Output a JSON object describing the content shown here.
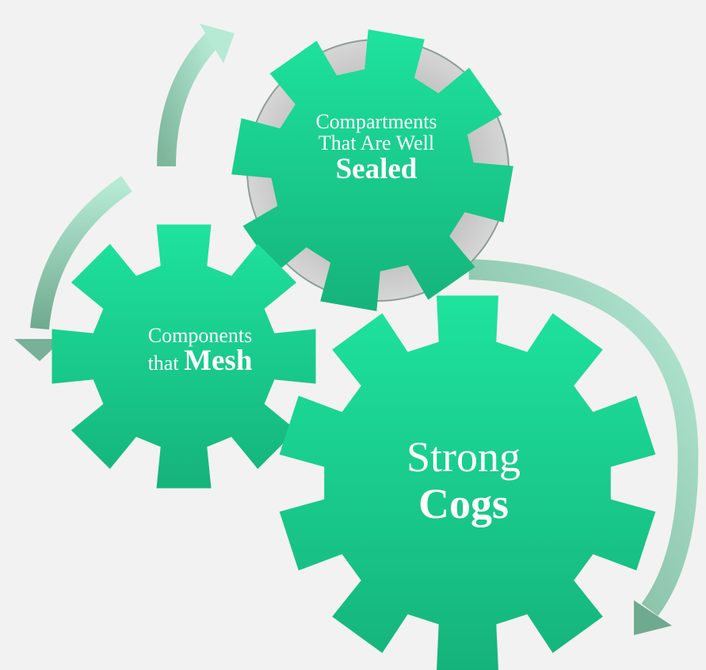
{
  "diagram": {
    "gears": [
      {
        "id": "sealed",
        "line1": "Compartments",
        "line2": "That Are Well",
        "bold": "Sealed"
      },
      {
        "id": "mesh",
        "line1": "Components",
        "line2_prefix": "that ",
        "bold": "Mesh"
      },
      {
        "id": "cogs",
        "line1": "Strong",
        "bold": "Cogs"
      }
    ],
    "colors": {
      "background": "#f2f2f2",
      "gear_top": "#1ee39e",
      "gear_bottom": "#15b37c",
      "arrow_light": "#a8e4cc",
      "arrow_dark": "#6faa90",
      "ring_fill": "#c9c9c9",
      "ring_stroke": "#8e9e96",
      "text": "#ffffff"
    }
  }
}
